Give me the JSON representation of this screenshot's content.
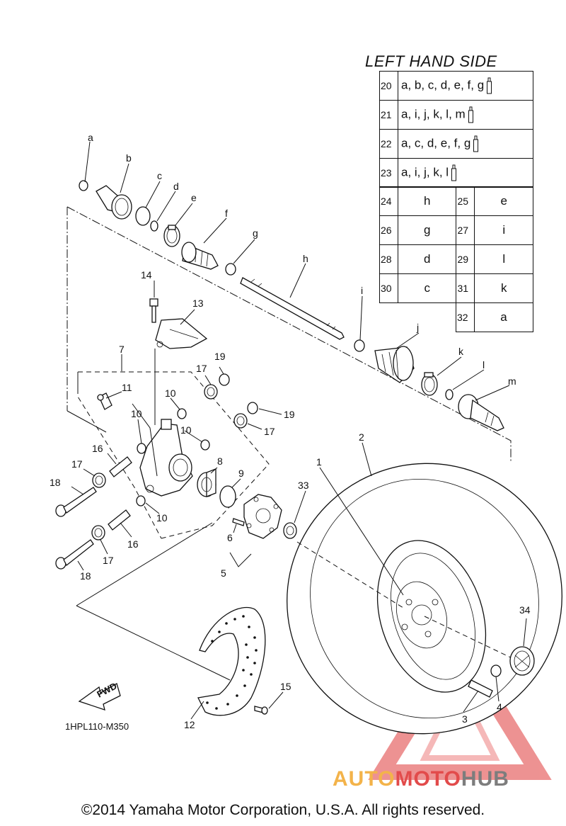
{
  "table": {
    "title": "LEFT HAND SIDE",
    "wide_rows": [
      {
        "num": "20",
        "text": "a, b, c, d, e, f, g",
        "icon": "grease-tube-icon"
      },
      {
        "num": "21",
        "text": "a, i, j, k, l, m",
        "icon": "grease-tube-icon"
      },
      {
        "num": "22",
        "text": "a, c, d, e, f, g",
        "icon": "grease-tube-icon"
      },
      {
        "num": "23",
        "text": "a, i, j, k, l",
        "icon": "grease-tube-icon"
      }
    ],
    "pair_rows": [
      {
        "n1": "24",
        "v1": "h",
        "n2": "25",
        "v2": "e"
      },
      {
        "n1": "26",
        "v1": "g",
        "n2": "27",
        "v2": "i"
      },
      {
        "n1": "28",
        "v1": "d",
        "n2": "29",
        "v2": "l"
      },
      {
        "n1": "30",
        "v1": "c",
        "n2": "31",
        "v2": "k"
      }
    ],
    "last_row": {
      "num": "32",
      "value": "a"
    }
  },
  "labels": {
    "a": "a",
    "b": "b",
    "c": "c",
    "d": "d",
    "e": "e",
    "f": "f",
    "g": "g",
    "h": "h",
    "i": "i",
    "j": "j",
    "k": "k",
    "l": "l",
    "m": "m",
    "n1": "1",
    "n2": "2",
    "n3": "3",
    "n4": "4",
    "n5": "5",
    "n6": "6",
    "n7": "7",
    "n8": "8",
    "n9": "9",
    "n10": "10",
    "n11": "11",
    "n12": "12",
    "n13": "13",
    "n14": "14",
    "n15": "15",
    "n16": "16",
    "n17": "17",
    "n18": "18",
    "n19": "19",
    "n33": "33",
    "n34": "34"
  },
  "fwd": "FWD",
  "diagram_code": "1HPL110-M350",
  "copyright": "©2014 Yamaha Motor Corporation, U.S.A. All rights reserved.",
  "watermark": {
    "part1": "AUTO",
    "part2": "MOTO",
    "part3": "HUB"
  },
  "colors": {
    "watermark_orange": "#f3b34a",
    "watermark_red": "#e24b4b",
    "watermark_gray": "#7d7d7d"
  }
}
